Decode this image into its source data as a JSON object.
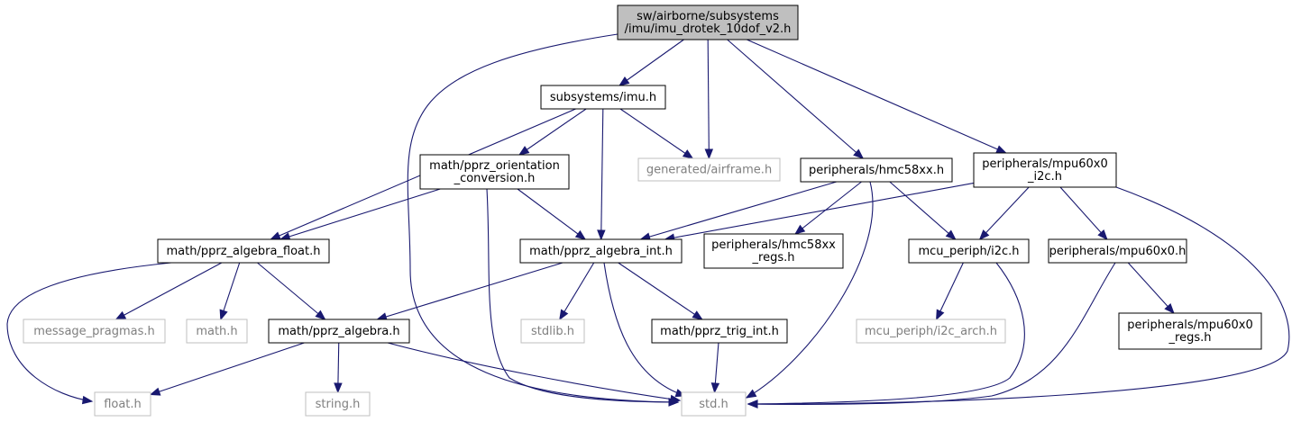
{
  "colors": {
    "edge": "#191970",
    "root_fill": "#bfbfbf",
    "external_border": "#bfbfbf",
    "external_text": "#7f7f7f"
  },
  "nodes": [
    {
      "id": "root",
      "lines": [
        "sw/airborne/subsystems",
        "/imu/imu_drotek_10dof_v2.h"
      ],
      "kind": "root"
    },
    {
      "id": "imu",
      "lines": [
        "subsystems/imu.h"
      ],
      "kind": "solid"
    },
    {
      "id": "orient",
      "lines": [
        "math/pprz_orientation",
        "_conversion.h"
      ],
      "kind": "solid"
    },
    {
      "id": "airframe",
      "lines": [
        "generated/airframe.h"
      ],
      "kind": "ext"
    },
    {
      "id": "hmc",
      "lines": [
        "peripherals/hmc58xx.h"
      ],
      "kind": "solid"
    },
    {
      "id": "mpui2c",
      "lines": [
        "peripherals/mpu60x0",
        "_i2c.h"
      ],
      "kind": "solid"
    },
    {
      "id": "afloat",
      "lines": [
        "math/pprz_algebra_float.h"
      ],
      "kind": "solid"
    },
    {
      "id": "aint",
      "lines": [
        "math/pprz_algebra_int.h"
      ],
      "kind": "solid"
    },
    {
      "id": "hmcregs",
      "lines": [
        "peripherals/hmc58xx",
        "_regs.h"
      ],
      "kind": "solid"
    },
    {
      "id": "i2c",
      "lines": [
        "mcu_periph/i2c.h"
      ],
      "kind": "solid"
    },
    {
      "id": "mpu",
      "lines": [
        "peripherals/mpu60x0.h"
      ],
      "kind": "solid"
    },
    {
      "id": "msgp",
      "lines": [
        "message_pragmas.h"
      ],
      "kind": "ext"
    },
    {
      "id": "mathh",
      "lines": [
        "math.h"
      ],
      "kind": "ext"
    },
    {
      "id": "alg",
      "lines": [
        "math/pprz_algebra.h"
      ],
      "kind": "solid"
    },
    {
      "id": "stdlib",
      "lines": [
        "stdlib.h"
      ],
      "kind": "ext"
    },
    {
      "id": "trig",
      "lines": [
        "math/pprz_trig_int.h"
      ],
      "kind": "solid"
    },
    {
      "id": "i2carch",
      "lines": [
        "mcu_periph/i2c_arch.h"
      ],
      "kind": "ext"
    },
    {
      "id": "mpuregs",
      "lines": [
        "peripherals/mpu60x0",
        "_regs.h"
      ],
      "kind": "solid"
    },
    {
      "id": "float",
      "lines": [
        "float.h"
      ],
      "kind": "ext"
    },
    {
      "id": "string",
      "lines": [
        "string.h"
      ],
      "kind": "ext"
    },
    {
      "id": "std",
      "lines": [
        "std.h"
      ],
      "kind": "ext"
    }
  ],
  "edges": [
    [
      "root",
      "imu"
    ],
    [
      "root",
      "airframe"
    ],
    [
      "root",
      "hmc"
    ],
    [
      "root",
      "mpui2c"
    ],
    [
      "root",
      "std"
    ],
    [
      "imu",
      "orient"
    ],
    [
      "imu",
      "airframe"
    ],
    [
      "imu",
      "afloat"
    ],
    [
      "imu",
      "aint"
    ],
    [
      "orient",
      "afloat"
    ],
    [
      "orient",
      "aint"
    ],
    [
      "orient",
      "std"
    ],
    [
      "hmc",
      "aint"
    ],
    [
      "hmc",
      "hmcregs"
    ],
    [
      "hmc",
      "i2c"
    ],
    [
      "hmc",
      "std"
    ],
    [
      "mpui2c",
      "aint"
    ],
    [
      "mpui2c",
      "i2c"
    ],
    [
      "mpui2c",
      "mpu"
    ],
    [
      "mpui2c",
      "std"
    ],
    [
      "afloat",
      "float"
    ],
    [
      "afloat",
      "msgp"
    ],
    [
      "afloat",
      "mathh"
    ],
    [
      "afloat",
      "alg"
    ],
    [
      "aint",
      "alg"
    ],
    [
      "aint",
      "stdlib"
    ],
    [
      "aint",
      "trig"
    ],
    [
      "aint",
      "std"
    ],
    [
      "alg",
      "float"
    ],
    [
      "alg",
      "string"
    ],
    [
      "alg",
      "std"
    ],
    [
      "trig",
      "std"
    ],
    [
      "i2c",
      "i2carch"
    ],
    [
      "i2c",
      "std"
    ],
    [
      "mpu",
      "mpuregs"
    ],
    [
      "mpu",
      "std"
    ]
  ]
}
